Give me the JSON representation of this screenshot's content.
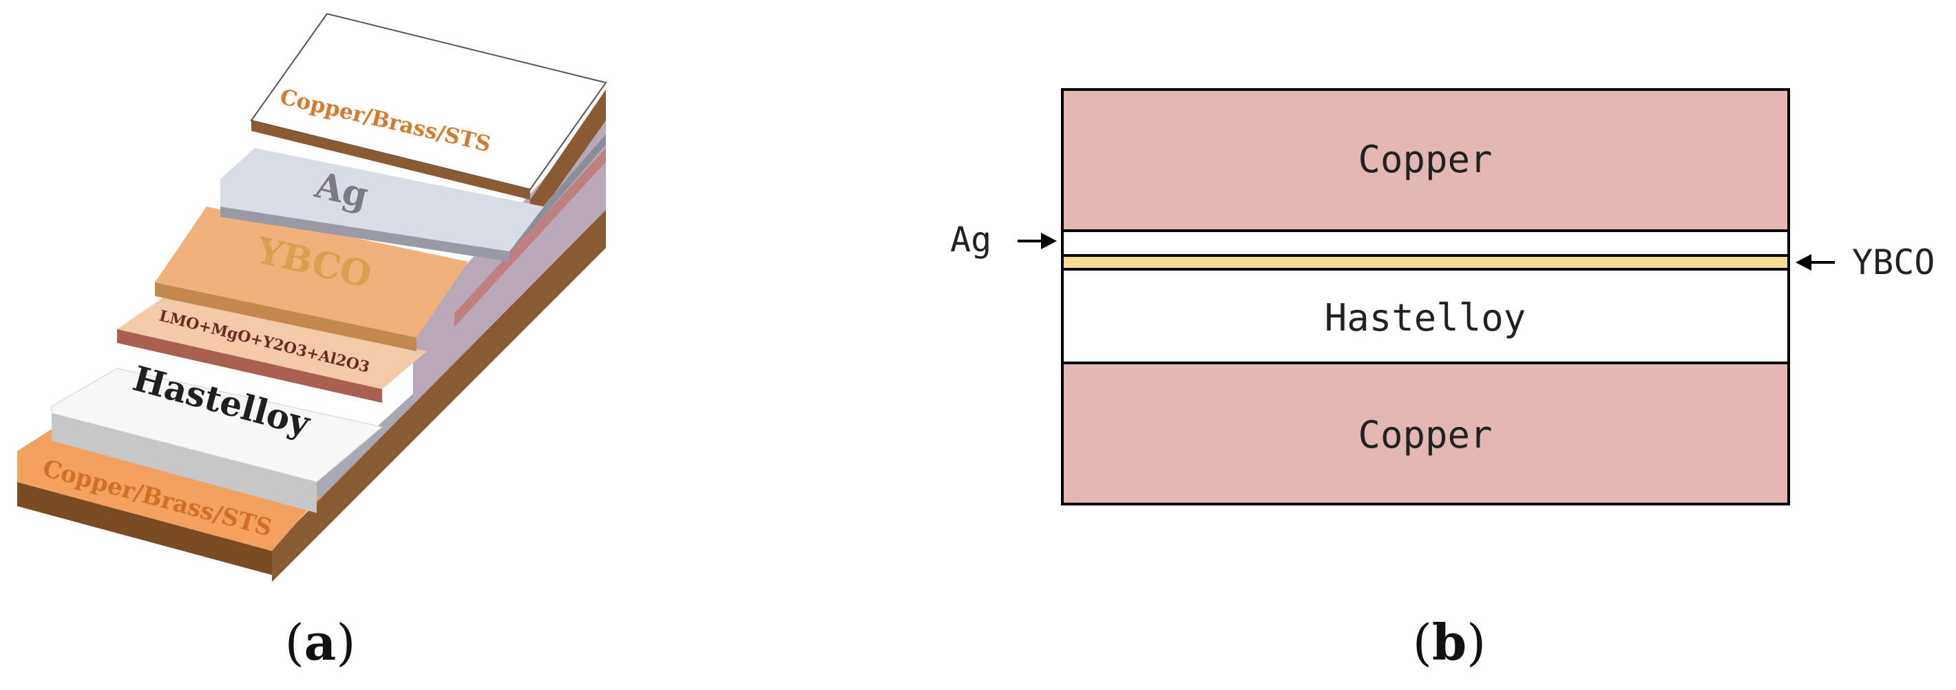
{
  "panel_a": {
    "caption_open": "(",
    "caption_letter": "a",
    "caption_close": ")",
    "layers": {
      "top_stabilizer": "Copper/Brass/STS",
      "silver": "Ag",
      "superconductor": "YBCO",
      "buffer": "LMO+MgO+Y2O3+Al2O3",
      "substrate": "Hastelloy",
      "bottom_stabilizer": "Copper/Brass/STS"
    }
  },
  "panel_b": {
    "caption_open": "(",
    "caption_letter": "b",
    "caption_close": ")",
    "layers": {
      "top_copper": "Copper",
      "substrate": "Hastelloy",
      "bottom_copper": "Copper"
    },
    "callouts": {
      "left": "Ag",
      "right": "YBCO"
    }
  },
  "colors": {
    "copper_cross_section": "#e3b7b4",
    "ybco_band": "#f7dc92",
    "iso_copper_top": "#f2a25e",
    "iso_copper_side": "#8a5b32",
    "iso_silver": "#d9dde6",
    "iso_ybco": "#f0b27a",
    "iso_buffer": "#e7b496",
    "iso_hastelloy": "#f5f5f5",
    "orange_text": "#d97a2b"
  }
}
